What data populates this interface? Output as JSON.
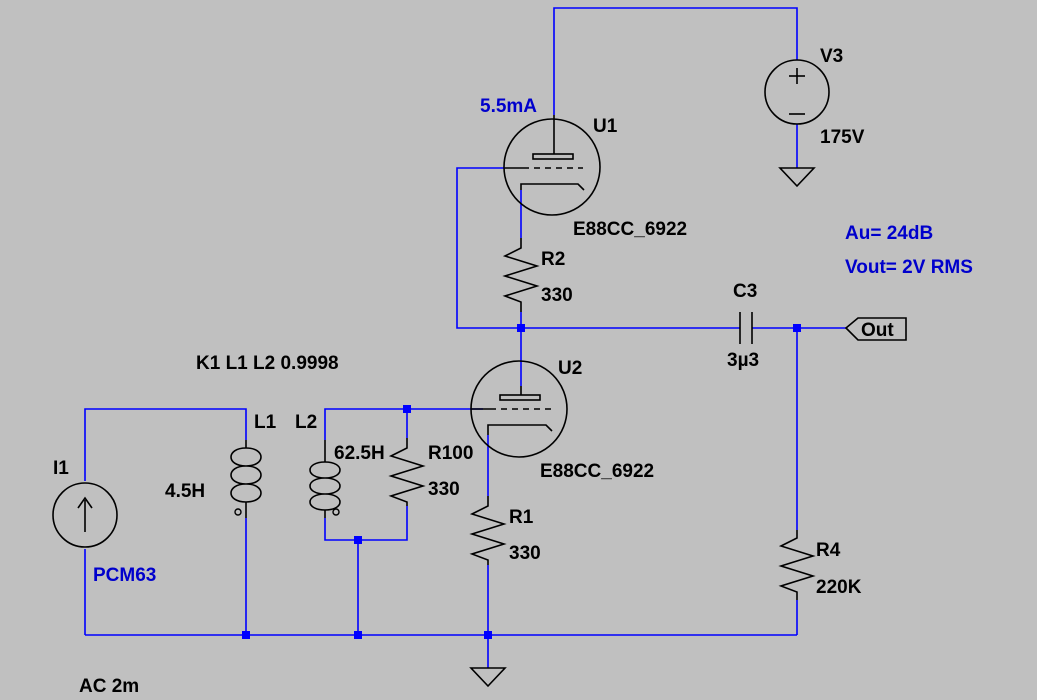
{
  "components": {
    "v3": {
      "name": "V3",
      "value": "175V"
    },
    "u1": {
      "name": "U1",
      "model": "E88CC_6922",
      "current": "5.5mA"
    },
    "u2": {
      "name": "U2",
      "model": "E88CC_6922"
    },
    "r1": {
      "name": "R1",
      "value": "330"
    },
    "r2": {
      "name": "R2",
      "value": "330"
    },
    "r4": {
      "name": "R4",
      "value": "220K"
    },
    "r100": {
      "name": "R100",
      "value": "330"
    },
    "c3": {
      "name": "C3",
      "value": "3µ3"
    },
    "l1": {
      "name": "L1",
      "value": "4.5H"
    },
    "l2": {
      "name": "L2",
      "value": "62.5H"
    },
    "i1": {
      "name": "I1",
      "value": "PCM63"
    }
  },
  "directives": {
    "coupling": "K1 L1 L2 0.9998",
    "analysis": "AC 2m"
  },
  "notes": {
    "gain": "Au= 24dB",
    "vout": "Vout= 2V RMS"
  },
  "port": {
    "label": "Out"
  }
}
